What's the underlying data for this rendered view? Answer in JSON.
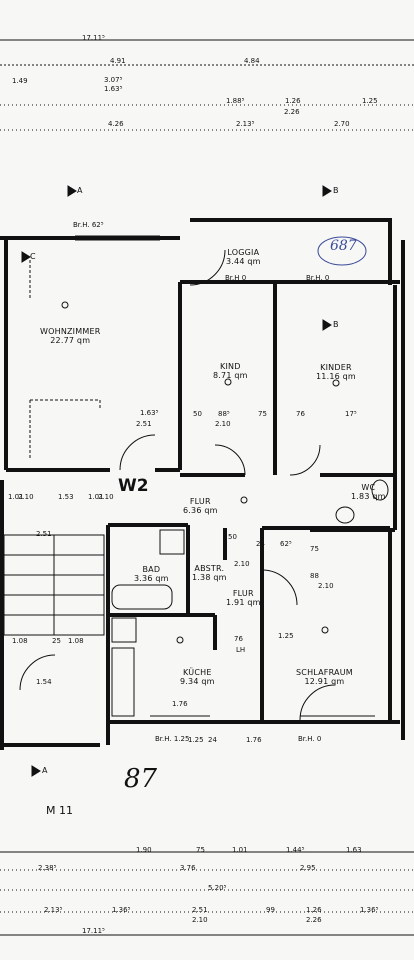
{
  "plan": {
    "unit_id": "W2",
    "floor_label": "M 11",
    "handwritten_page": "87",
    "handwritten_note": "687",
    "section_marks": {
      "a_top": "A",
      "b_top": "B",
      "b_mid": "B",
      "a_bottom": "A",
      "c_left": "C"
    },
    "rooms": {
      "wohnzimmer": {
        "name": "WOHNZIMMER",
        "area": "22.77 qm"
      },
      "kind": {
        "name": "KIND",
        "area": "8.71 qm"
      },
      "kinder": {
        "name": "KINDER",
        "area": "11.16 qm"
      },
      "loggia": {
        "name": "LOGGIA",
        "area": "3.44 qm"
      },
      "flur_main": {
        "name": "FLUR",
        "area": "6.36 qm"
      },
      "wc": {
        "name": "WC",
        "area": "1.83 qm"
      },
      "bad": {
        "name": "BAD",
        "area": "3.36 qm"
      },
      "abstr": {
        "name": "ABSTR.",
        "area": "1.38 qm"
      },
      "flur_small": {
        "name": "FLUR",
        "area": "1.91 qm"
      },
      "kueche": {
        "name": "KÜCHE",
        "area": "9.34 qm"
      },
      "schlafraum": {
        "name": "SCHLAFRAUM",
        "area": "12.91 qm"
      }
    },
    "window_notes": {
      "wohnzimmer": "Br.H. 62⁵",
      "loggia_left": "Br.H 0",
      "loggia_right": "Br.H. 0",
      "kueche": "Br.H. 1.25",
      "schlafraum": "Br.H. 0"
    },
    "dimensions_top": {
      "row1": [
        "17.11⁵"
      ],
      "row2": [
        "4.91",
        "4.84"
      ],
      "row3": [
        "1.49",
        "3.07⁵",
        "1.63⁵",
        "1.88⁵",
        "1.26",
        "1.25"
      ],
      "row4": [
        "4.26",
        "2.13⁵",
        "2.26",
        "2.70"
      ]
    },
    "dimensions_bottom": {
      "row1": [
        "1.90",
        "75",
        "1.01",
        "1.44⁵",
        "1.63"
      ],
      "row2": [
        "2.38⁵",
        "3.76",
        "2.95"
      ],
      "row3": [
        "5.20⁵"
      ],
      "row4": [
        "2.13⁵",
        "1.36⁵",
        "2.51",
        "99",
        "1.26",
        "1.36⁵"
      ],
      "row5": [
        "17.11⁵",
        "2.10",
        "2.26"
      ]
    },
    "interior_dims": [
      "1.63⁵",
      "2.51",
      "50",
      "88⁵",
      "2.10",
      "75",
      "76",
      "17⁵",
      "1.01",
      "2.10",
      "1.53",
      "1.01",
      "2.10",
      "2.51",
      "1.08",
      "25",
      "1.08",
      "1.54",
      "1.76",
      "1.25",
      "76",
      "LH",
      "88",
      "2.10",
      "75",
      "50",
      "2.10",
      "24",
      "62⁵",
      "1.25",
      "1.76",
      "24"
    ]
  }
}
